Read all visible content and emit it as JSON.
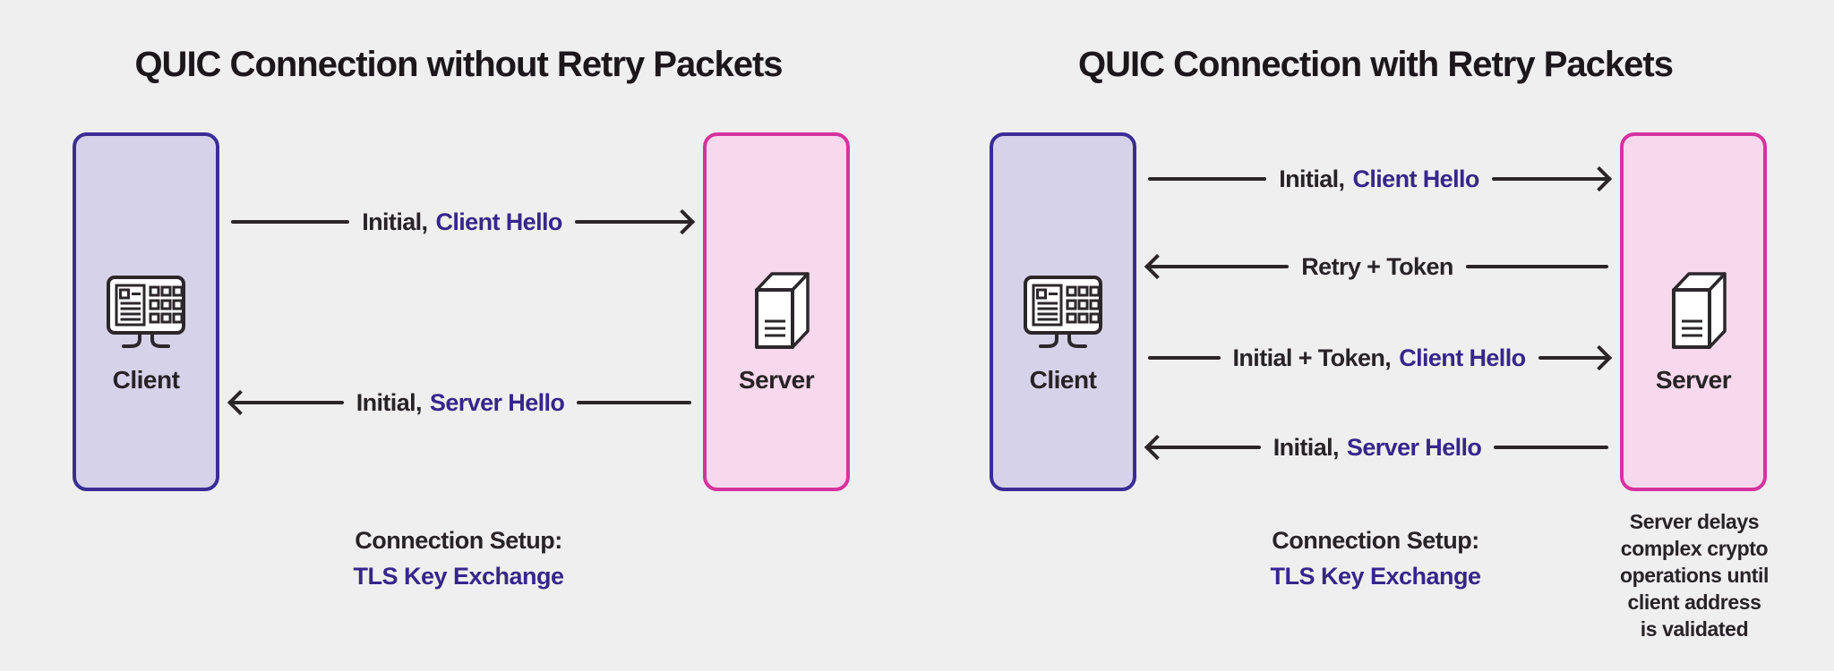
{
  "colors": {
    "background": "#f0eff0",
    "client_fill": "#d6d2e9",
    "client_border": "#3a2d95",
    "server_fill": "#f8d8ec",
    "server_border": "#d5339e",
    "text_dark": "#272326",
    "text_purple": "#36268b",
    "arrow": "#2a2627"
  },
  "panels": [
    {
      "title": "QUIC Connection without Retry Packets",
      "client_label": "Client",
      "server_label": "Server",
      "messages": [
        {
          "direction": "right",
          "black": "Initial,",
          "purple": "Client Hello"
        },
        {
          "direction": "left",
          "black": "Initial,",
          "purple": "Server Hello"
        }
      ],
      "caption": {
        "black": "Connection Setup:",
        "purple": "TLS Key Exchange"
      },
      "server_note": ""
    },
    {
      "title": "QUIC Connection with Retry Packets",
      "client_label": "Client",
      "server_label": "Server",
      "messages": [
        {
          "direction": "right",
          "black": "Initial,",
          "purple": "Client Hello"
        },
        {
          "direction": "left",
          "black": "Retry + Token",
          "purple": ""
        },
        {
          "direction": "right",
          "black": "Initial + Token,",
          "purple": "Client Hello"
        },
        {
          "direction": "left",
          "black": "Initial,",
          "purple": "Server Hello"
        }
      ],
      "caption": {
        "black": "Connection Setup:",
        "purple": "TLS Key Exchange"
      },
      "server_note": "Server delays\ncomplex crypto\noperations until\nclient address\nis validated"
    }
  ]
}
